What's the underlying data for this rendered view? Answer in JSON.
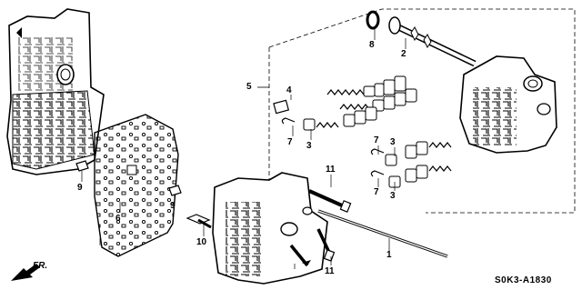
{
  "diagram_code": "S0K3-A1830",
  "direction": {
    "label": "FR."
  },
  "callouts": {
    "plate_gasket": "4",
    "valve_group": "5",
    "separator_plate": "6",
    "dowel_left": "9",
    "dowel_right": "9",
    "spring_pin_a": "7",
    "spring_pin_b": "7",
    "spring_pin_c": "7",
    "valve_plug_a": "3",
    "valve_plug_b": "3",
    "valve_plug_c": "3",
    "o_ring": "8",
    "shaft": "2",
    "bolt_top": "11",
    "bolt_bottom": "11",
    "bolt_flange": "10",
    "long_rod": "1"
  }
}
